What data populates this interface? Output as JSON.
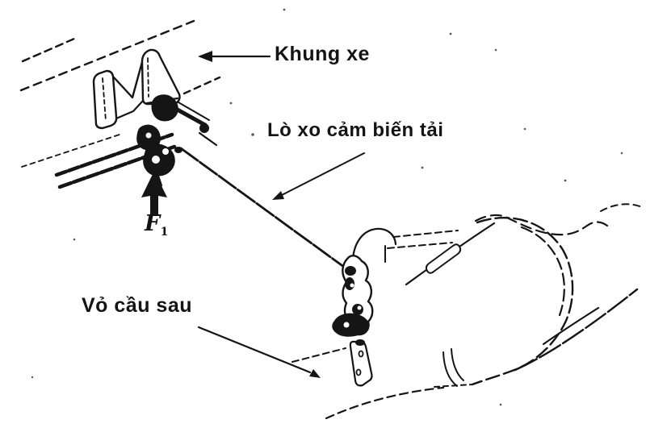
{
  "diagram": {
    "type": "technical-line-drawing",
    "subject": "load-sensing spring linkage between vehicle frame and rear axle housing",
    "labels": {
      "frame": "Khung xe",
      "spring": "Lò xo cảm biến tải",
      "axle": "Vỏ cầu sau",
      "force": {
        "base": "F",
        "sub": "1"
      }
    },
    "colors": {
      "ink": "#151515",
      "background": "#ffffff"
    }
  }
}
